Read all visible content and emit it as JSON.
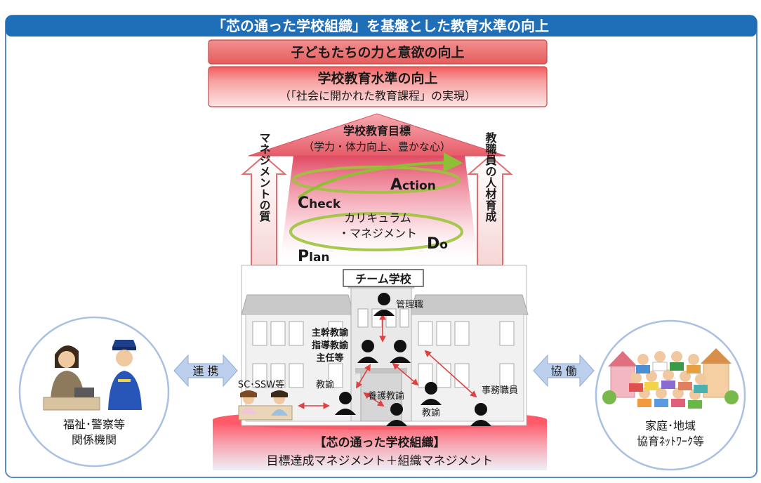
{
  "banner": {
    "title": "「芯の通った学校組織」を基盤とした教育水準の向上"
  },
  "top_boxes": {
    "first": "子どもたちの力と意欲の向上",
    "second_title": "学校教育水準の向上",
    "second_sub": "（「社会に開かれた教育課程」の実現）"
  },
  "roof": {
    "title": "学校教育目標",
    "sub": "（学力・体力向上、豊かな心）"
  },
  "side_arrows": {
    "left": "マネジメントの質",
    "right": "教職員の人材育成"
  },
  "pdca": {
    "action_initial": "A",
    "action_rest": "ction",
    "check_initial": "C",
    "check_rest": "heck",
    "plan_initial": "P",
    "plan_rest": "lan",
    "do_initial": "D",
    "do_rest": "o",
    "center_line1": "カリキュラム",
    "center_line2": "・マネジメント"
  },
  "school": {
    "title": "チーム学校",
    "kanri": "管理職",
    "shukan1": "主幹教諭",
    "shukan2": "指導教諭",
    "shukan3": "主任等",
    "sc": "SC･SSW等",
    "kyoyu_left": "教諭",
    "yogo": "養護教諭",
    "kyoyu_right": "教諭",
    "jimu": "事務職員"
  },
  "base": {
    "title": "【芯の通った学校組織】",
    "sub": "目標達成マネジメント＋組織マネジメント"
  },
  "left_circle": {
    "line1": "福祉･警察等",
    "line2": "関係機関"
  },
  "right_circle": {
    "line1": "家庭･地域",
    "line2": "協育ﾈｯﾄﾜｰｸ等"
  },
  "links": {
    "left": "連 携",
    "right": "協 働"
  },
  "colors": {
    "banner": "#1f6fb8",
    "red_box": "#ef7b7b",
    "pink_box": "#f7b3b3",
    "roof": "#e9666e",
    "arrow_outline": "#e36c6c",
    "ellipse": "#9cc43c",
    "link_arrow": "#bcd0ee"
  }
}
